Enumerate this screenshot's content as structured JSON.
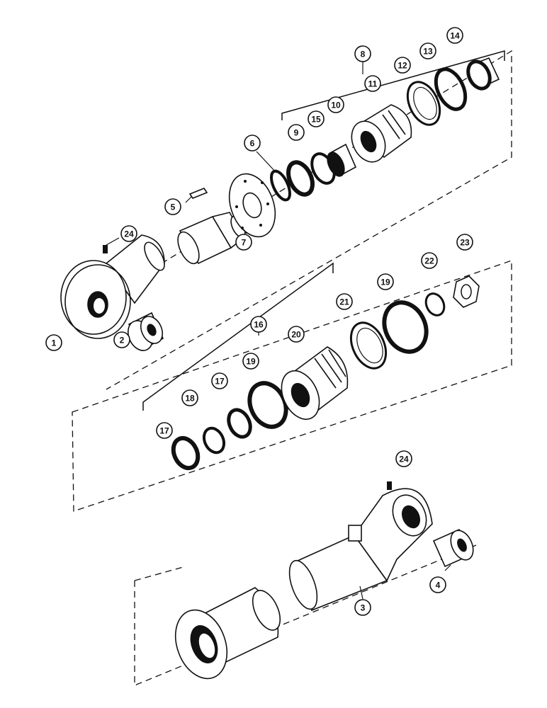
{
  "callouts": [
    {
      "id": "c1",
      "label": "1"
    },
    {
      "id": "c2",
      "label": "2"
    },
    {
      "id": "c3",
      "label": "3"
    },
    {
      "id": "c4",
      "label": "4"
    },
    {
      "id": "c5",
      "label": "5"
    },
    {
      "id": "c6",
      "label": "6"
    },
    {
      "id": "c7",
      "label": "7"
    },
    {
      "id": "c8",
      "label": "8"
    },
    {
      "id": "c9",
      "label": "9"
    },
    {
      "id": "c10",
      "label": "10"
    },
    {
      "id": "c11",
      "label": "11"
    },
    {
      "id": "c12",
      "label": "12"
    },
    {
      "id": "c13",
      "label": "13"
    },
    {
      "id": "c14",
      "label": "14"
    },
    {
      "id": "c15",
      "label": "15"
    },
    {
      "id": "c16",
      "label": "16"
    },
    {
      "id": "c17a",
      "label": "17"
    },
    {
      "id": "c17b",
      "label": "17"
    },
    {
      "id": "c18",
      "label": "18"
    },
    {
      "id": "c19a",
      "label": "19"
    },
    {
      "id": "c19b",
      "label": "19"
    },
    {
      "id": "c20",
      "label": "20"
    },
    {
      "id": "c21",
      "label": "21"
    },
    {
      "id": "c22",
      "label": "22"
    },
    {
      "id": "c23",
      "label": "23"
    },
    {
      "id": "c24a",
      "label": "24"
    },
    {
      "id": "c24b",
      "label": "24"
    }
  ]
}
